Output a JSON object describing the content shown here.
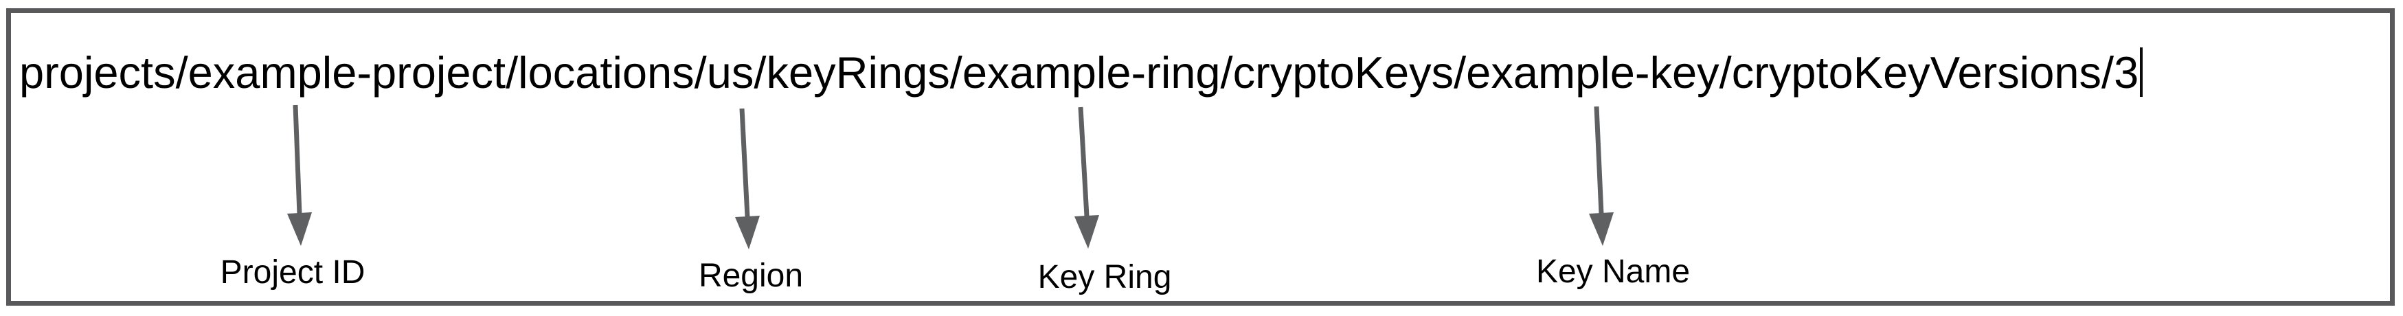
{
  "field": {
    "value": "projects/example-project/locations/us/keyRings/example-ring/cryptoKeys/example-key/cryptoKeyVersions/3"
  },
  "annotations": [
    {
      "label": "Project ID",
      "points_to": "example-project"
    },
    {
      "label": "Region",
      "points_to": "us"
    },
    {
      "label": "Key Ring",
      "points_to": "example-ring"
    },
    {
      "label": "Key Name",
      "points_to": "example-key"
    }
  ],
  "colors": {
    "frame_border": "#59595b",
    "arrow": "#5f6062",
    "text": "#000000"
  }
}
